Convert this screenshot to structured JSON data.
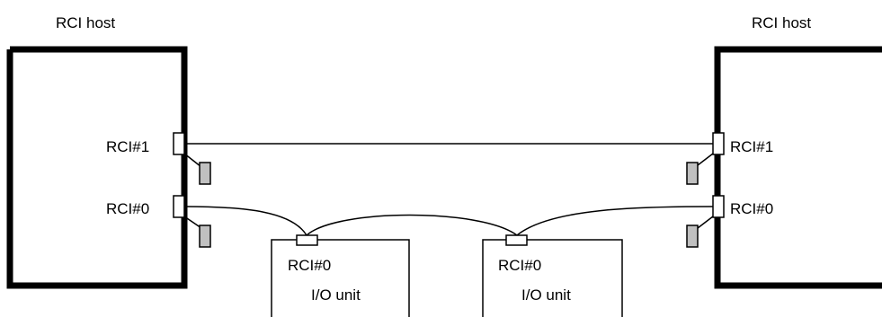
{
  "left_host": {
    "title": "RCI host",
    "port1_label": "RCI#1",
    "port0_label": "RCI#0"
  },
  "right_host": {
    "title": "RCI host",
    "port1_label": "RCI#1",
    "port0_label": "RCI#0"
  },
  "io_units": [
    {
      "port_label": "RCI#0",
      "name": "I/O unit"
    },
    {
      "port_label": "RCI#0",
      "name": "I/O unit"
    }
  ],
  "colors": {
    "line": "#000000",
    "terminator_fill": "#c0c0c0"
  }
}
